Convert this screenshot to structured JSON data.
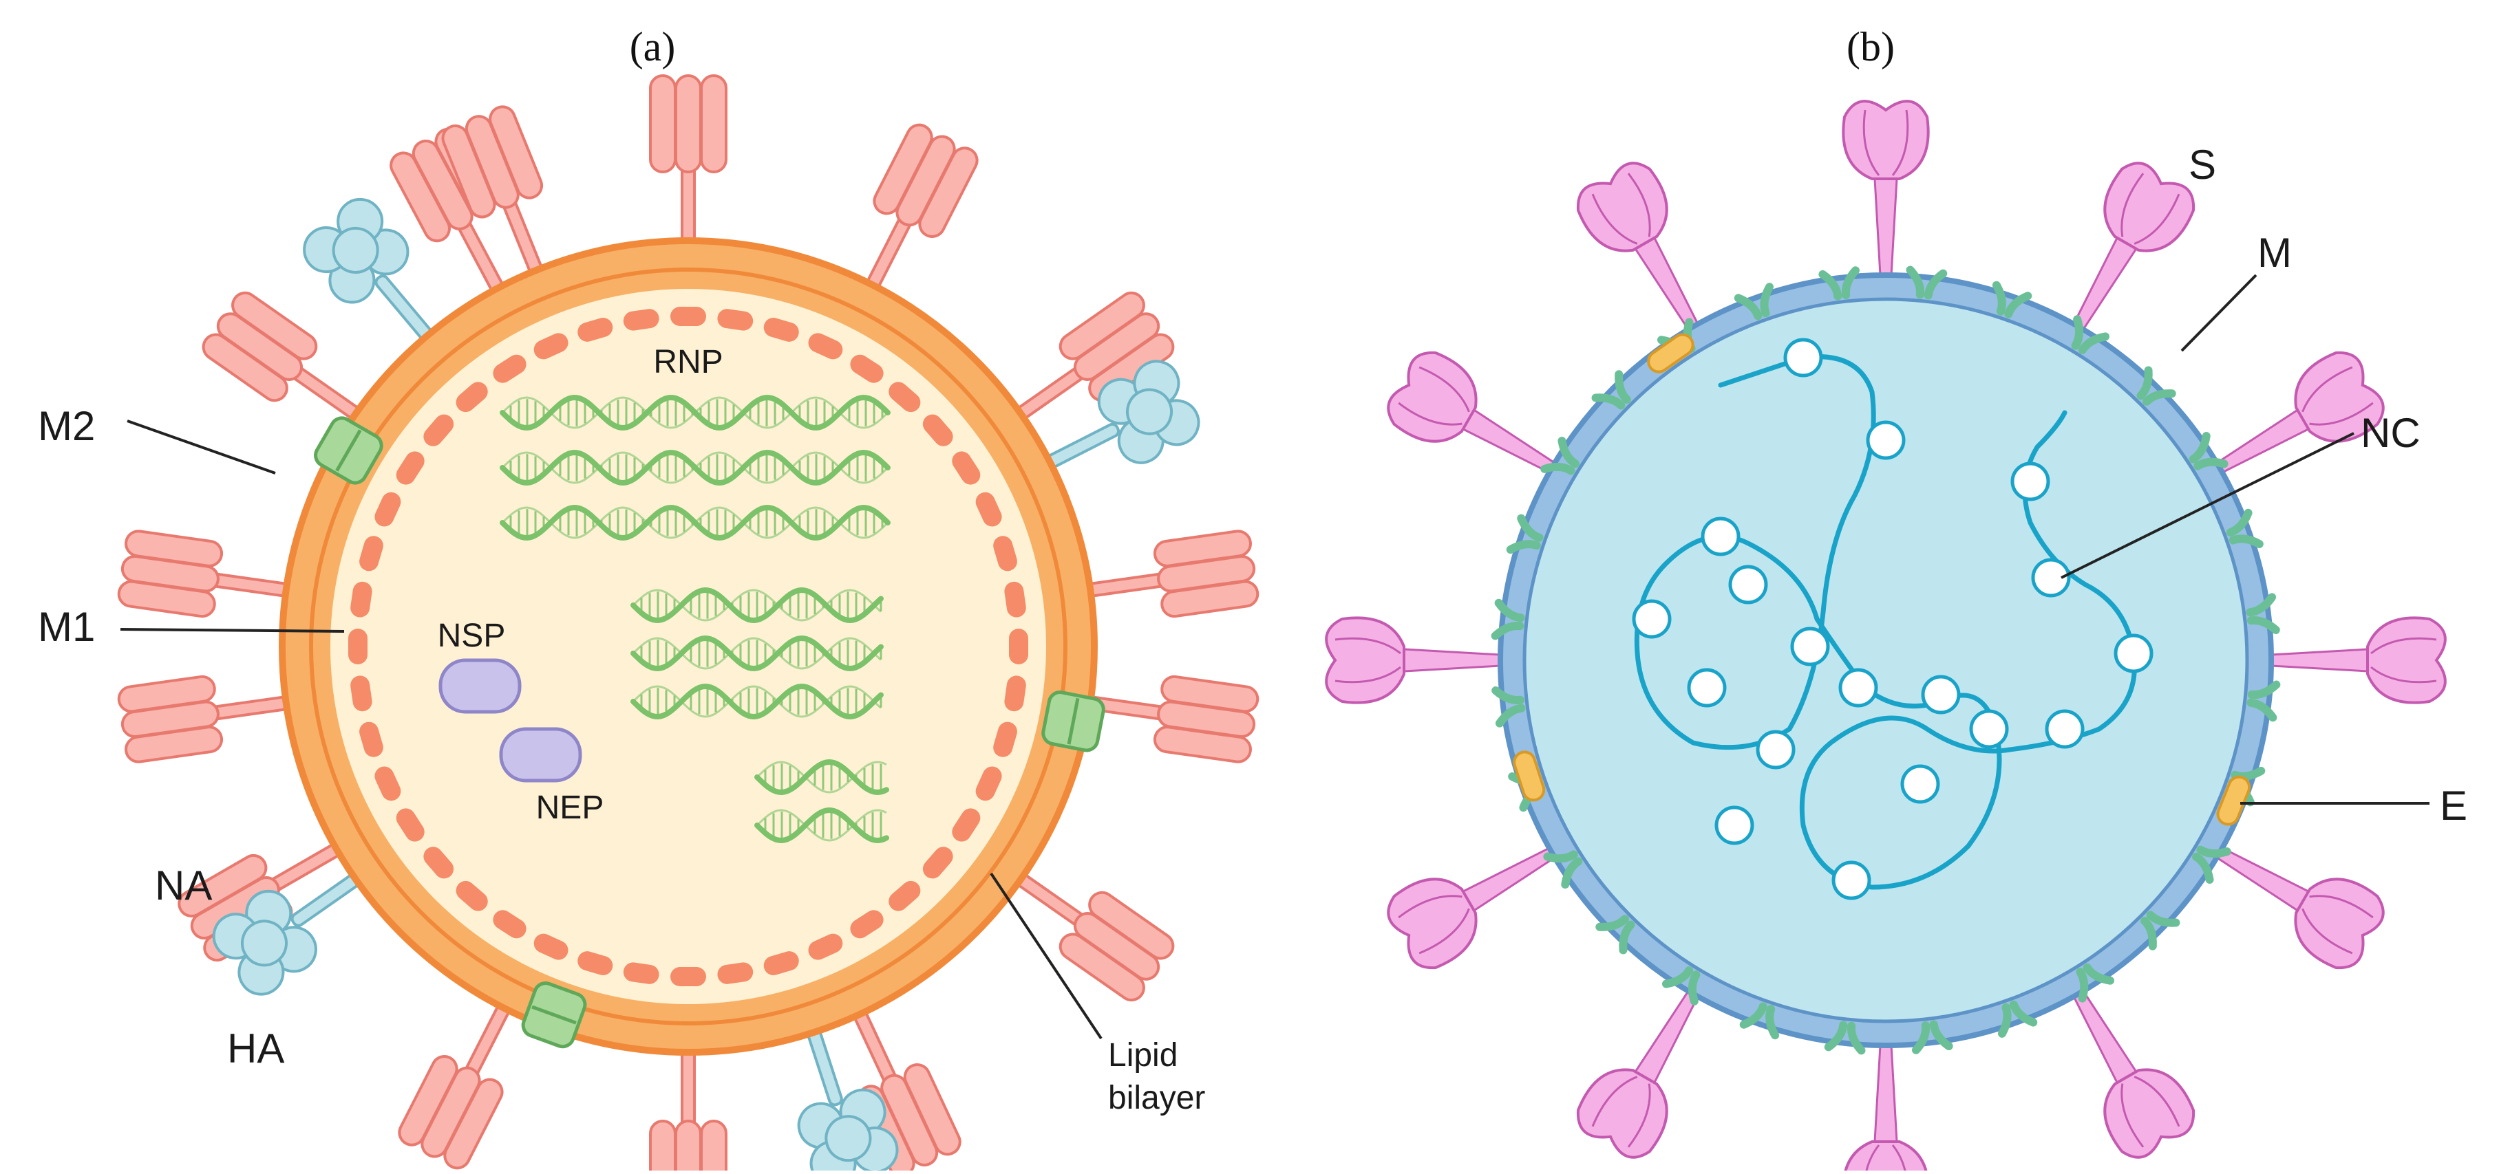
{
  "panels": [
    {
      "letter": "(a)",
      "labels": {
        "rnp": "RNP",
        "m2": "M2",
        "m1": "M1",
        "nsp": "NSP",
        "nep": "NEP",
        "na": "NA",
        "ha": "HA",
        "lipid_line1": "Lipid",
        "lipid_line2": "bilayer"
      }
    },
    {
      "letter": "(b)",
      "labels": {
        "s": "S",
        "m": "M",
        "nc": "NC",
        "e": "E"
      }
    }
  ],
  "colors": {
    "ha_fill": "#f9b5ae",
    "ha_stroke": "#e8796e",
    "na_fill": "#bfe3ea",
    "na_stroke": "#6fb3c4",
    "m2_fill": "#a8d99a",
    "m2_stroke": "#5fa85a",
    "envelope_orange": "#f7a957",
    "envelope_dark": "#f08a3a",
    "interior_a": "#fff2d4",
    "m1_dash": "#f58b68",
    "rnp_green": "#7cc26a",
    "protein_purple": "#c5c0e8",
    "protein_purple_stroke": "#8e86c9",
    "spike_pink": "#f5b1e6",
    "spike_stroke": "#c45ab0",
    "membrane_blue": "#8fb8dd",
    "membrane_blue_stroke": "#5e93c7",
    "interior_b": "#bfe6ef",
    "m_protein": "#6bbf96",
    "e_protein": "#f6c35e",
    "nc_strand": "#1aa3c9"
  }
}
